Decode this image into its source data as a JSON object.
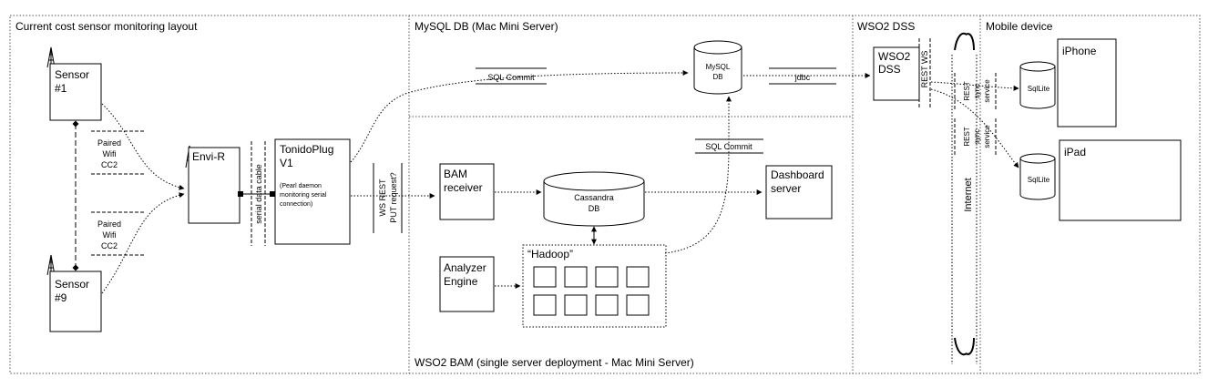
{
  "regions": {
    "current_cost": "Current cost sensor monitoring layout",
    "mysql": "MySQL DB (Mac Mini Server)",
    "wso2_dss": "WSO2 DSS",
    "mobile": "Mobile device",
    "wso2_bam": "WSO2 BAM (single server deployment - Mac Mini Server)"
  },
  "nodes": {
    "sensor1": [
      "Sensor",
      "#1"
    ],
    "sensor9": [
      "Sensor",
      "#9"
    ],
    "envir": "Envi-R",
    "tonido": [
      "TonidoPlug",
      "V1"
    ],
    "tonido_note": [
      "(Pearl daemon",
      "monitoring serial",
      "connection)"
    ],
    "mysql_db": [
      "MySQL",
      "DB"
    ],
    "dss": [
      "WSO2",
      "DSS"
    ],
    "iphone": "iPhone",
    "ipad": "iPad",
    "sqlite": "SqlLite",
    "bam_receiver": [
      "BAM",
      "receiver"
    ],
    "cassandra": [
      "Cassandra",
      "DB"
    ],
    "dashboard": [
      "Dashboard",
      "server"
    ],
    "analyzer": [
      "Analyzer",
      "Engine"
    ],
    "hadoop": "“Hadoop”"
  },
  "labels": {
    "paired_wifi": [
      "Paired",
      "Wifi",
      "CC2"
    ],
    "serial_cable": "serial data cable",
    "ws_rest": [
      "WS REST",
      "PUT request?"
    ],
    "sql_commit": "SQL Commit",
    "jdbc": "jdbc",
    "rest_ws": "REST WS",
    "rest_sync": [
      "REST",
      "sync",
      "service"
    ],
    "internet": "Internet"
  }
}
